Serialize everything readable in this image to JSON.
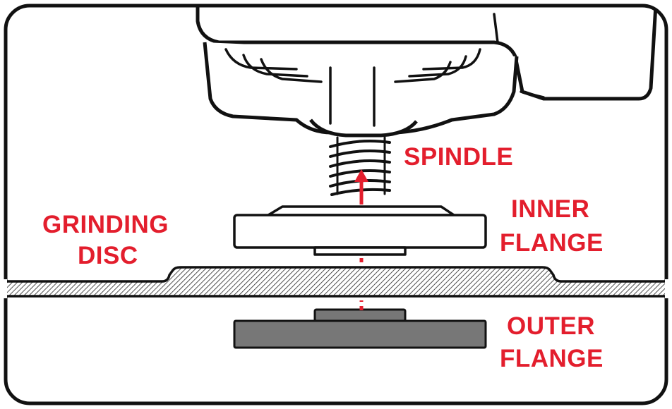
{
  "labels": {
    "spindle": "SPINDLE",
    "inner_flange_line1": "INNER",
    "inner_flange_line2": "FLANGE",
    "grinding_disc_line1": "GRINDING",
    "grinding_disc_line2": "DISC",
    "outer_flange_line1": "OUTER",
    "outer_flange_line2": "FLANGE"
  },
  "colors": {
    "label": "#e31e2d",
    "arrow": "#e31e2d",
    "outline": "#111111",
    "outer_flange_fill": "#777777",
    "background": "#ffffff"
  }
}
